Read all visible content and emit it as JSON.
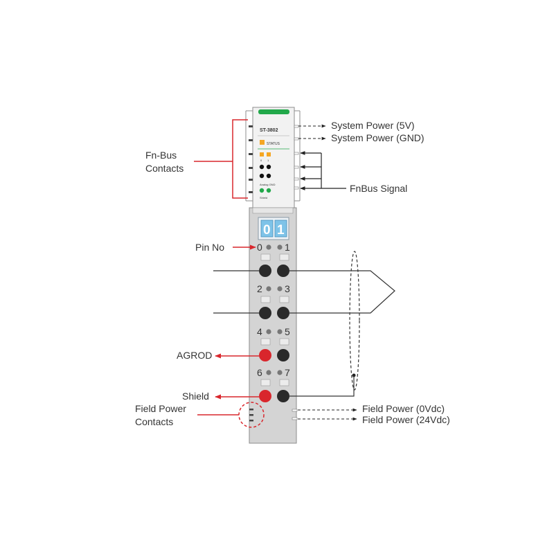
{
  "module": {
    "model": "ST-3802",
    "status_label": "STATUS",
    "channel_labels": [
      "0",
      "1"
    ],
    "analog_gnd_label": "Analog GND",
    "shield_label": "Shield",
    "display_digits": [
      "0",
      "1"
    ],
    "pin_numbers": [
      "0",
      "1",
      "2",
      "3",
      "4",
      "5",
      "6",
      "7"
    ]
  },
  "labels": {
    "fn_bus_contacts": [
      "Fn-Bus",
      "Contacts"
    ],
    "system_power_5v": "System Power (5V)",
    "system_power_gnd": "System Power (GND)",
    "fnbus_signal": "FnBus Signal",
    "pin_no": "Pin No",
    "agrod": "AGROD",
    "shield": "Shield",
    "field_power_contacts": [
      "Field Power",
      "Contacts"
    ],
    "field_power_0vdc": "Field Power (0Vdc)",
    "field_power_24vdc": "Field Power (24Vdc)"
  },
  "colors": {
    "accent_red": "#d9262c",
    "green_bar": "#22a84a",
    "status_orange": "#f5a623",
    "display_blue": "#7ec3e8",
    "module_gray": "#d4d4d4"
  }
}
